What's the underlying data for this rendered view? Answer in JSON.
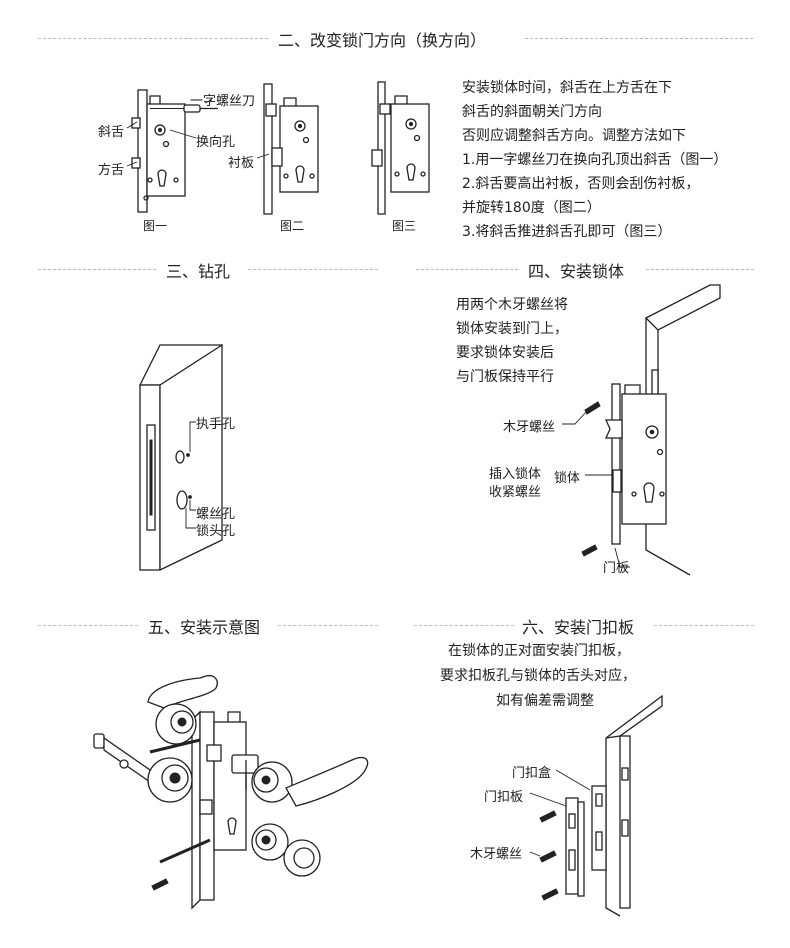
{
  "sections": {
    "s2": {
      "title": "二、改变锁门方向（换方向）",
      "labels": {
        "xieshe": "斜舌",
        "fangshe": "方舌",
        "luosidao": "一字螺丝刀",
        "huanxiangkong": "换向孔",
        "chenban": "衬板"
      },
      "captions": [
        "图一",
        "图二",
        "图三"
      ],
      "text": [
        "安装锁体时间，斜舌在上方舌在下",
        "斜舌的斜面朝关门方向",
        "否则应调整斜舌方向。调整方法如下",
        "1.用一字螺丝刀在换向孔顶出斜舌（图一）",
        "2.斜舌要高出衬板，否则会刮伤衬板，",
        "并旋转180度（图二）",
        "3.将斜舌推进斜舌孔即可（图三）"
      ]
    },
    "s3": {
      "title": "三、钻孔",
      "labels": {
        "zhishoukong": "执手孔",
        "luosikong": "螺丝孔",
        "suotoukong": "锁头孔"
      }
    },
    "s4": {
      "title": "四、安装锁体",
      "text": [
        "用两个木牙螺丝将",
        "锁体安装到门上，",
        "要求锁体安装后",
        "与门板保持平行"
      ],
      "labels": {
        "muya": "木牙螺丝",
        "charu1": "插入锁体",
        "charu2": "收紧螺丝",
        "suoti": "锁体",
        "menban": "门板"
      }
    },
    "s5": {
      "title": "五、安装示意图"
    },
    "s6": {
      "title": "六、安装门扣板",
      "text": [
        "在锁体的正对面安装门扣板，",
        "要求扣板孔与锁体的舌头对应，",
        "如有偏差需调整"
      ],
      "labels": {
        "menkouhe": "门扣盒",
        "menkouban": "门扣板",
        "muya": "木牙螺丝"
      }
    }
  }
}
